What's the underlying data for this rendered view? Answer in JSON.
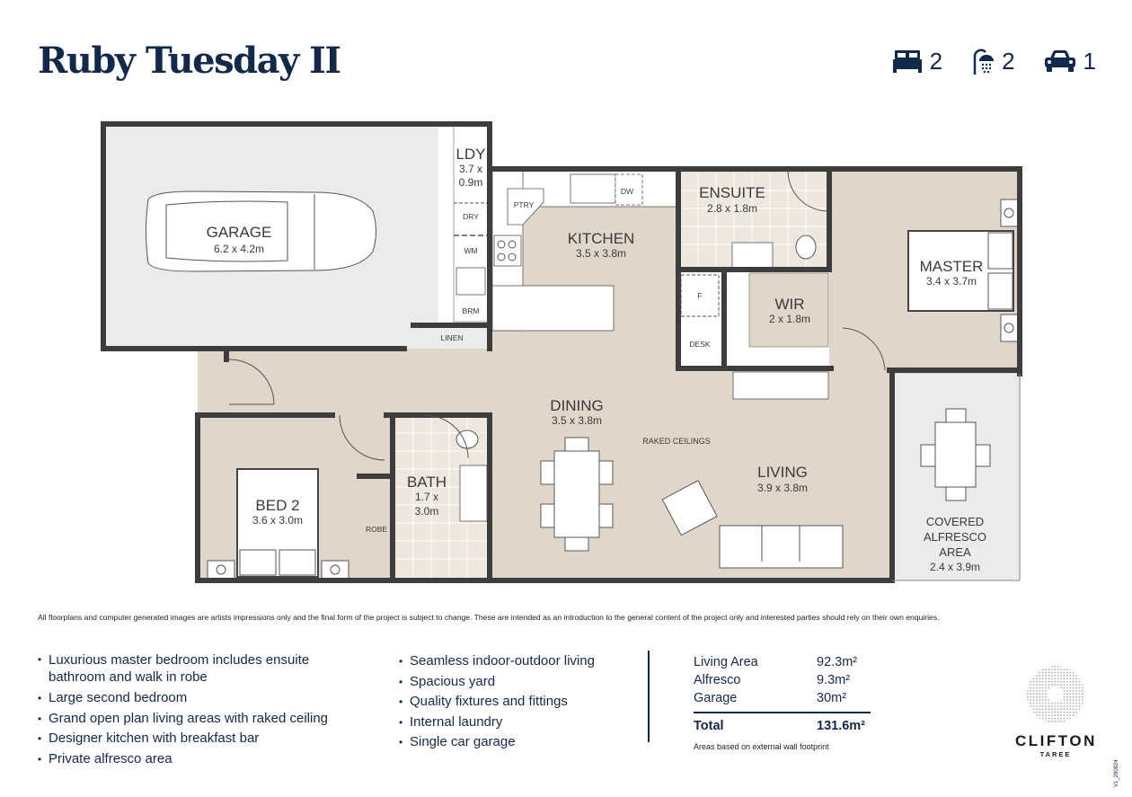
{
  "header": {
    "title": "Ruby Tuesday II",
    "specs": [
      {
        "icon": "bed-icon",
        "value": "2"
      },
      {
        "icon": "shower-icon",
        "value": "2"
      },
      {
        "icon": "car-icon",
        "value": "1"
      }
    ]
  },
  "floorplan": {
    "rooms": {
      "garage": {
        "name": "GARAGE",
        "size": "6.2 x 4.2m"
      },
      "laundry": {
        "name": "LDY",
        "size_line1": "3.7 x",
        "size_line2": "0.9m"
      },
      "kitchen": {
        "name": "KITCHEN",
        "size": "3.5 x 3.8m"
      },
      "ensuite": {
        "name": "ENSUITE",
        "size": "2.8 x 1.8m"
      },
      "master": {
        "name": "MASTER",
        "size": "3.4 x 3.7m"
      },
      "wir": {
        "name": "WIR",
        "size": "2 x 1.8m"
      },
      "dining": {
        "name": "DINING",
        "size": "3.5 x 3.8m"
      },
      "living": {
        "name": "LIVING",
        "size": "3.9 x 3.8m"
      },
      "bath": {
        "name": "BATH",
        "size_line1": "1.7 x",
        "size_line2": "3.0m"
      },
      "bed2": {
        "name": "BED 2",
        "size": "3.6 x 3.0m"
      },
      "alfresco": {
        "name_line1": "COVERED",
        "name_line2": "ALFRESCO",
        "name_line3": "AREA",
        "size": "2.4 x 3.9m"
      }
    },
    "labels": {
      "pantry": "PTRY",
      "dishwasher": "DW",
      "dryer": "DRY",
      "washing_machine": "WM",
      "broom": "BRM",
      "linen": "LINEN",
      "fridge": "F",
      "desk": "DESK",
      "robe": "ROBE",
      "raked": "RAKED CEILINGS"
    }
  },
  "disclaimer": "All floorplans and computer generated images are artists impressions only and the final form of the project is subject to change. These are intended as an introduction to the general content of the project only and interested parties should rely on their own enquiries.",
  "features_left": [
    "Luxurious master bedroom includes ensuite bathroom and walk in robe",
    "Large second bedroom",
    "Grand open plan living areas with raked ceiling",
    "Designer kitchen with breakfast bar",
    "Private alfresco area"
  ],
  "features_right": [
    "Seamless indoor-outdoor living",
    "Spacious yard",
    "Quality fixtures and fittings",
    "Internal laundry",
    "Single car garage"
  ],
  "areas": {
    "rows": [
      {
        "label": "Living Area",
        "value": "92.3m²"
      },
      {
        "label": "Alfresco",
        "value": "9.3m²"
      },
      {
        "label": "Garage",
        "value": "30m²"
      }
    ],
    "total_label": "Total",
    "total_value": "131.6m²",
    "note": "Areas based on external wall footprint"
  },
  "logo": {
    "brand": "CLIFTON",
    "sub": "TAREE"
  },
  "version": "V1_280824",
  "colors": {
    "navy": "#13294b",
    "floor": "#e0d7ca",
    "garage": "#ebebeb",
    "wall": "#3d3d3d"
  }
}
